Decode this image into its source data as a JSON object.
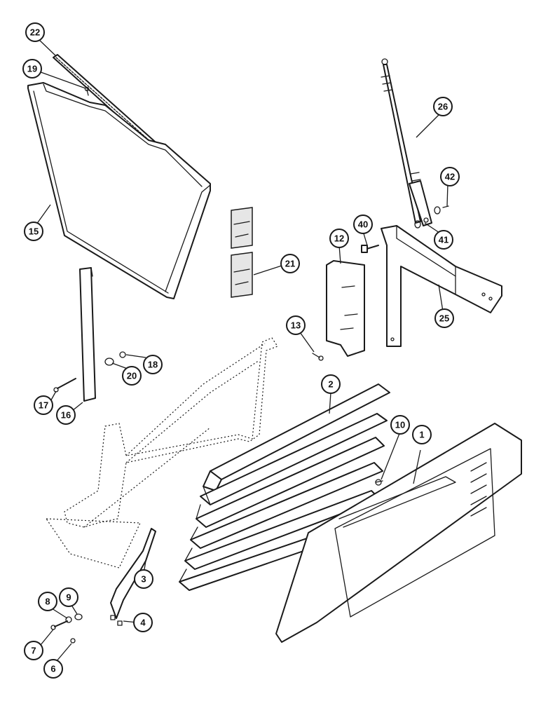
{
  "diagram": {
    "callouts": [
      {
        "id": "22",
        "label": "22"
      },
      {
        "id": "19",
        "label": "19"
      },
      {
        "id": "15",
        "label": "15"
      },
      {
        "id": "21",
        "label": "21"
      },
      {
        "id": "26",
        "label": "26"
      },
      {
        "id": "42",
        "label": "42"
      },
      {
        "id": "40",
        "label": "40"
      },
      {
        "id": "12",
        "label": "12"
      },
      {
        "id": "41",
        "label": "41"
      },
      {
        "id": "25",
        "label": "25"
      },
      {
        "id": "13",
        "label": "13"
      },
      {
        "id": "18",
        "label": "18"
      },
      {
        "id": "20",
        "label": "20"
      },
      {
        "id": "17",
        "label": "17"
      },
      {
        "id": "16",
        "label": "16"
      },
      {
        "id": "2",
        "label": "2"
      },
      {
        "id": "10",
        "label": "10"
      },
      {
        "id": "1",
        "label": "1"
      },
      {
        "id": "3",
        "label": "3"
      },
      {
        "id": "9",
        "label": "9"
      },
      {
        "id": "8",
        "label": "8"
      },
      {
        "id": "4",
        "label": "4"
      },
      {
        "id": "7",
        "label": "7"
      },
      {
        "id": "6",
        "label": "6"
      }
    ]
  }
}
